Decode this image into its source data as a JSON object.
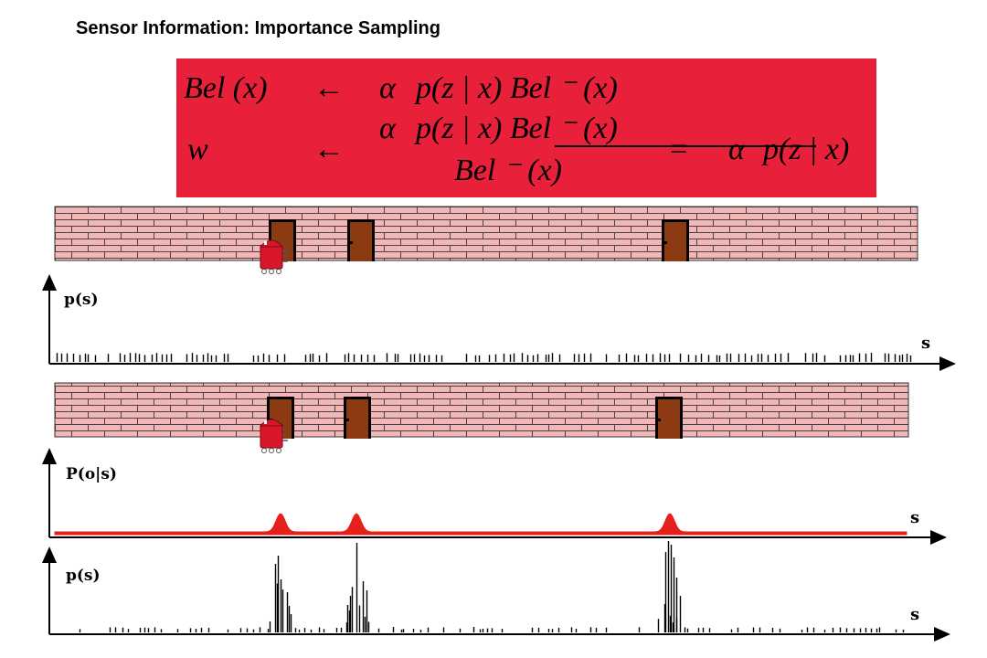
{
  "title": "Sensor Information: Importance Sampling",
  "formula": {
    "line1": {
      "lhs": "Bel (x)",
      "arrow": "←",
      "alpha": "α",
      "rhs": "p(z | x) Bel ⁻ (x)"
    },
    "line2": {
      "lhs": "w",
      "arrow": "←",
      "alpha": "α",
      "numerator": "p(z | x) Bel ⁻ (x)",
      "denominator": "Bel ⁻ (x)",
      "equals": "=",
      "alpha2": "α",
      "result": "p(z | x)"
    }
  },
  "panels": {
    "prior": {
      "ylabel": "p(s)",
      "xlabel": "s"
    },
    "sensor": {
      "ylabel": "P(o|s)",
      "xlabel": "s"
    },
    "posterior": {
      "ylabel": "p(s)",
      "xlabel": "s"
    }
  },
  "colors": {
    "formula_bg": "#e8203a",
    "brick": "#f2b6b6",
    "door": "#8b3a12",
    "robot": "#d8182a",
    "curve": "#e8201c"
  },
  "icons": [
    "robot-icon",
    "door-icon"
  ]
}
